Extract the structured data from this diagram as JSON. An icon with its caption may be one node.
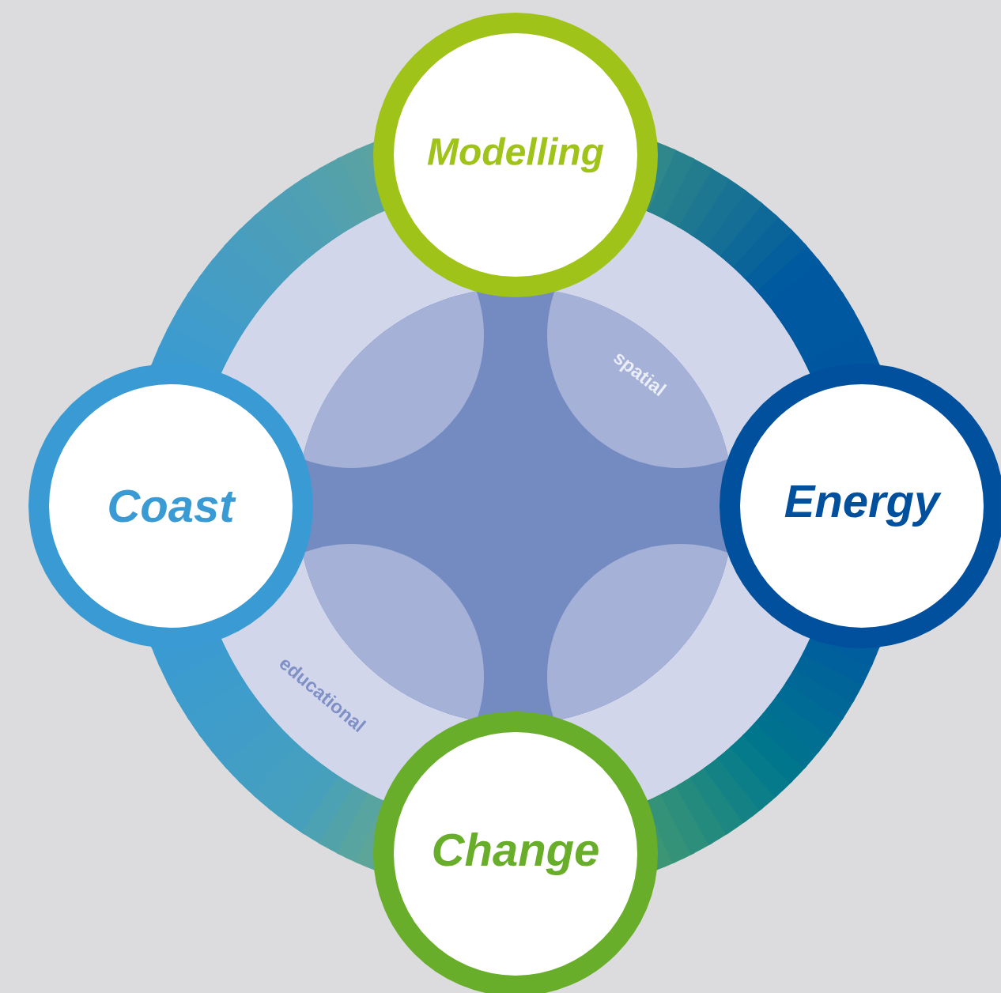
{
  "diagram": {
    "nodes": [
      {
        "text": [
          "Modelling"
        ]
      },
      {
        "text": [
          "Coast"
        ]
      },
      {
        "text": [
          "Energy"
        ]
      },
      {
        "text": [
          "Change"
        ]
      }
    ],
    "labels": [
      "spatial",
      "educational"
    ]
  }
}
